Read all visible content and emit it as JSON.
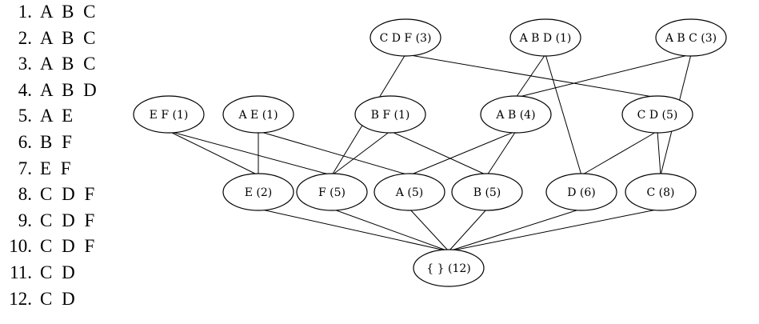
{
  "transactions": [
    {
      "num": "1.",
      "items": "A B C"
    },
    {
      "num": "2.",
      "items": "A B C"
    },
    {
      "num": "3.",
      "items": "A B C"
    },
    {
      "num": "4.",
      "items": "A B D"
    },
    {
      "num": "5.",
      "items": "A E"
    },
    {
      "num": "6.",
      "items": "B F"
    },
    {
      "num": "7.",
      "items": "E F"
    },
    {
      "num": "8.",
      "items": "C D F"
    },
    {
      "num": "9.",
      "items": "C D F"
    },
    {
      "num": "10.",
      "items": "C D F"
    },
    {
      "num": "11.",
      "items": "C D"
    },
    {
      "num": "12.",
      "items": "C D"
    }
  ],
  "lattice": {
    "nodes": [
      {
        "id": "CDF",
        "label": "C D F (3)"
      },
      {
        "id": "ABD",
        "label": "A B D (1)"
      },
      {
        "id": "ABC",
        "label": "A B C (3)"
      },
      {
        "id": "EF",
        "label": "E F (1)"
      },
      {
        "id": "AE",
        "label": "A E (1)"
      },
      {
        "id": "BF",
        "label": "B F (1)"
      },
      {
        "id": "AB",
        "label": "A B (4)"
      },
      {
        "id": "CD",
        "label": "C D (5)"
      },
      {
        "id": "E",
        "label": "E (2)"
      },
      {
        "id": "F",
        "label": "F (5)"
      },
      {
        "id": "A",
        "label": "A (5)"
      },
      {
        "id": "B",
        "label": "B (5)"
      },
      {
        "id": "D",
        "label": "D (6)"
      },
      {
        "id": "C",
        "label": "C (8)"
      },
      {
        "id": "EMPTY",
        "label": "{ } (12)"
      }
    ],
    "edges": [
      [
        "CDF",
        "F"
      ],
      [
        "CDF",
        "CD"
      ],
      [
        "ABD",
        "AB"
      ],
      [
        "ABD",
        "D"
      ],
      [
        "ABC",
        "AB"
      ],
      [
        "ABC",
        "C"
      ],
      [
        "EF",
        "E"
      ],
      [
        "EF",
        "F"
      ],
      [
        "AE",
        "E"
      ],
      [
        "AE",
        "A"
      ],
      [
        "BF",
        "F"
      ],
      [
        "BF",
        "B"
      ],
      [
        "AB",
        "A"
      ],
      [
        "AB",
        "B"
      ],
      [
        "CD",
        "D"
      ],
      [
        "CD",
        "C"
      ],
      [
        "E",
        "EMPTY"
      ],
      [
        "F",
        "EMPTY"
      ],
      [
        "A",
        "EMPTY"
      ],
      [
        "B",
        "EMPTY"
      ],
      [
        "D",
        "EMPTY"
      ],
      [
        "C",
        "EMPTY"
      ]
    ]
  }
}
